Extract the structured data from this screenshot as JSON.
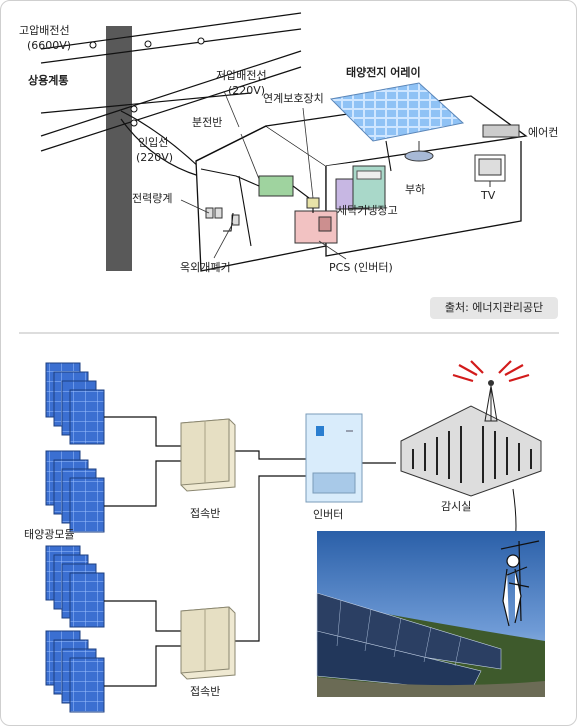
{
  "top_diagram": {
    "high_voltage_line": "고압배전선",
    "high_voltage_value": "(6600V)",
    "commercial_grid": "상용계통",
    "low_voltage_line": "저압배전선",
    "low_voltage_value": "(220V)",
    "protection_device": "연계보호장치",
    "solar_array": "태양전지 어레이",
    "distribution_panel": "분전반",
    "service_line": "인입선",
    "service_line_value": "(220V)",
    "air_conditioner": "에어컨",
    "power_meter": "전력량계",
    "washer_fridge": "세탁기냉장고",
    "load": "부하",
    "tv": "TV",
    "outdoor_switch": "옥외개폐기",
    "pcs": "PCS (인버터)",
    "source": "출처: 에너지관리공단"
  },
  "bottom_diagram": {
    "solar_modules": "태양광모듈",
    "junction_box_top": "접속반",
    "junction_box_bottom": "접속반",
    "inverter": "인버터",
    "monitoring_room": "감시실"
  }
}
